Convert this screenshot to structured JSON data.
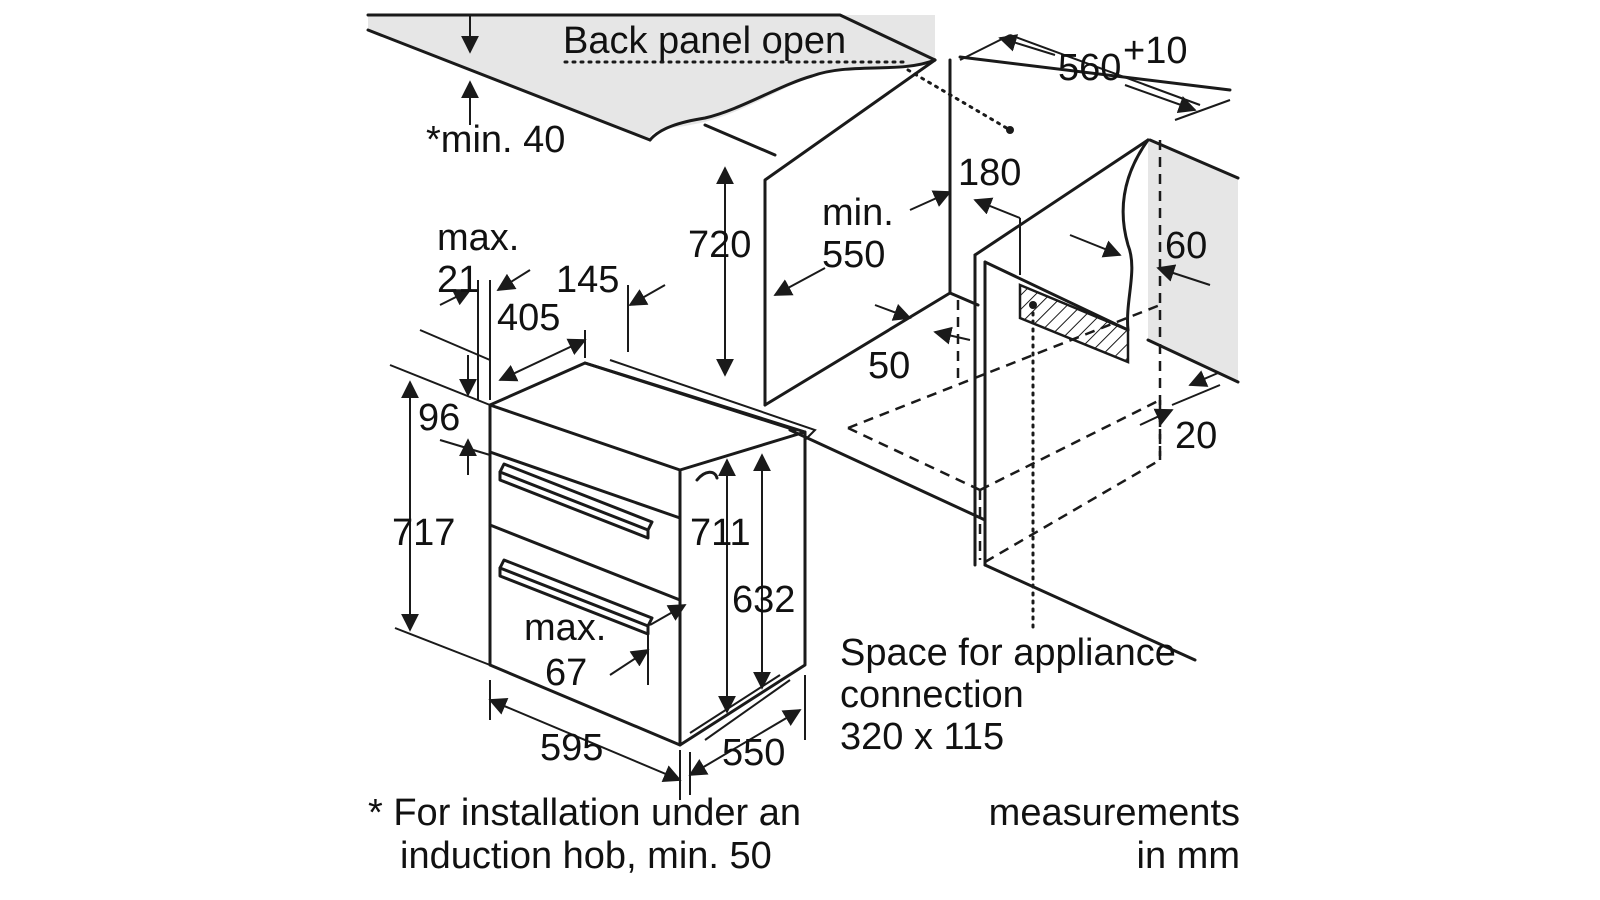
{
  "labels": {
    "back_panel": "Back panel open",
    "min40": "*min. 40",
    "dim_560": "560",
    "dim_plus10": "+10",
    "dim_180": "180",
    "dim_min": "min.",
    "dim_550_niche": "550",
    "dim_720": "720",
    "dim_60": "60",
    "dim_50": "50",
    "dim_20": "20",
    "max": "max.",
    "dim_21": "21",
    "dim_145": "145",
    "dim_405": "405",
    "dim_96": "96",
    "dim_717": "717",
    "dim_711": "711",
    "dim_632": "632",
    "dim_67_max": "max.",
    "dim_67": "67",
    "dim_595": "595",
    "dim_550_depth": "550",
    "space_line1": "Space for appliance",
    "space_line2": "connection",
    "space_line3": "320 x 115",
    "footnote_line1": "* For installation under an",
    "footnote_line2": "induction hob, min. 50",
    "units_line1": "measurements",
    "units_line2": "in mm"
  },
  "colors": {
    "line": "#1a1a1a",
    "worktop_fill": "#e6e6e6",
    "background": "#ffffff"
  }
}
